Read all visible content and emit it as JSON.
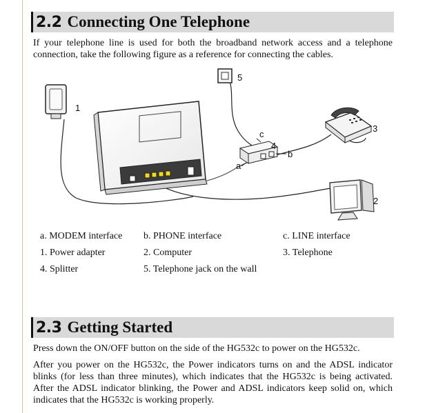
{
  "section_22": {
    "number": "2.2",
    "title": "Connecting One Telephone",
    "intro": "If your telephone line is used for both the broadband network access and a telephone connection, take the following figure as a reference for connecting the cables."
  },
  "figure": {
    "callouts": [
      "1",
      "2",
      "3",
      "4",
      "5",
      "a",
      "b",
      "c"
    ],
    "icons": [
      "power-adapter-icon",
      "modem-icon",
      "splitter-icon",
      "telephone-icon",
      "computer-icon",
      "wall-jack-icon"
    ]
  },
  "legend": {
    "row1": [
      "a. MODEM interface",
      "b. PHONE interface",
      "c. LINE interface"
    ],
    "row2": [
      "1. Power adapter",
      "2. Computer",
      "3. Telephone"
    ],
    "row3": [
      "4. Splitter",
      "5. Telephone jack on the wall"
    ]
  },
  "section_23": {
    "number": "2.3",
    "title": "Getting Started",
    "para1": "Press down the ON/OFF button on the side of the HG532c to power on the HG532c.",
    "para2": "After you power on the HG532c, the Power indicators turns on and the ADSL indicator blinks (for less than three minutes), which indicates that the HG532c is being activated. After the ADSL indicator blinking, the Power and ADSL indicators keep solid on, which indicates that the HG532c is working properly."
  }
}
